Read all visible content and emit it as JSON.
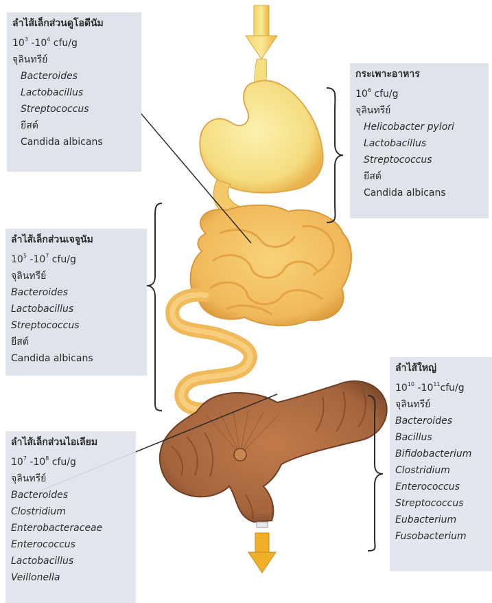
{
  "colors": {
    "box_bg": "#dfe4ea",
    "upper_gi": "#f3cf6e",
    "upper_gi_light": "#f8ec9c",
    "small_intestine": "#f0b957",
    "large_intestine": "#a8663e",
    "arrow": "#f0b02a",
    "leader_line": "#2b2b2b"
  },
  "sections": {
    "duodenum": {
      "title": "ลำไส้เล็กส่วนดูโอดีนัม",
      "count_base1": "10",
      "count_exp1": "3",
      "count_sep": " -",
      "count_base2": "10",
      "count_exp2": "4",
      "count_unit": " cfu/g",
      "label": "จุลินทรีย์",
      "organisms": [
        "Bacteroides",
        "Lactobacillus",
        "Streptococcus"
      ],
      "yeast_label": "ยีสต์",
      "yeast": "Candida albicans"
    },
    "stomach": {
      "title": "กระเพาะอาหาร",
      "count_base1": "10",
      "count_exp1": "6",
      "count_unit": " cfu/g",
      "label": "จุลินทรีย์",
      "organisms": [
        "Helicobacter pylori",
        "Lactobacillus",
        "Streptococcus"
      ],
      "yeast_label": "ยีสต์",
      "yeast": "Candida albicans"
    },
    "jejunum": {
      "title": "ลำไส้เล็กส่วนเจจูนัม",
      "count_base1": "10",
      "count_exp1": "5",
      "count_sep": " -",
      "count_base2": "10",
      "count_exp2": "7",
      "count_unit": " cfu/g",
      "label": "จุลินทรีย์",
      "organisms": [
        "Bacteroides",
        "Lactobacillus",
        "Streptococcus"
      ],
      "yeast_label": "ยีสต์",
      "yeast": "Candida albicans"
    },
    "ileum": {
      "title": "ลำไส้เล็กส่วนไอเลียม",
      "count_base1": "10",
      "count_exp1": "7",
      "count_sep": " -",
      "count_base2": "10",
      "count_exp2": "8",
      "count_unit": " cfu/g",
      "label": "จุลินทรีย์",
      "organisms": [
        "Bacteroides",
        "Clostridium",
        "Enterobacteraceae",
        "Enterococcus",
        "Lactobacillus",
        "Veillonella"
      ]
    },
    "colon": {
      "title": "ลำไส้ใหญ่",
      "count_base1": "10",
      "count_exp1": "10",
      "count_sep": " -",
      "count_base2": "10",
      "count_exp2": "11",
      "count_unit": "cfu/g",
      "label": "จุลินทรีย์",
      "organisms": [
        "Bacteroides",
        "Bacillus",
        "Bifidobacterium",
        "Clostridium",
        "Enterococcus",
        "Streptococcus",
        "Eubacterium",
        "Fusobacterium"
      ]
    }
  }
}
